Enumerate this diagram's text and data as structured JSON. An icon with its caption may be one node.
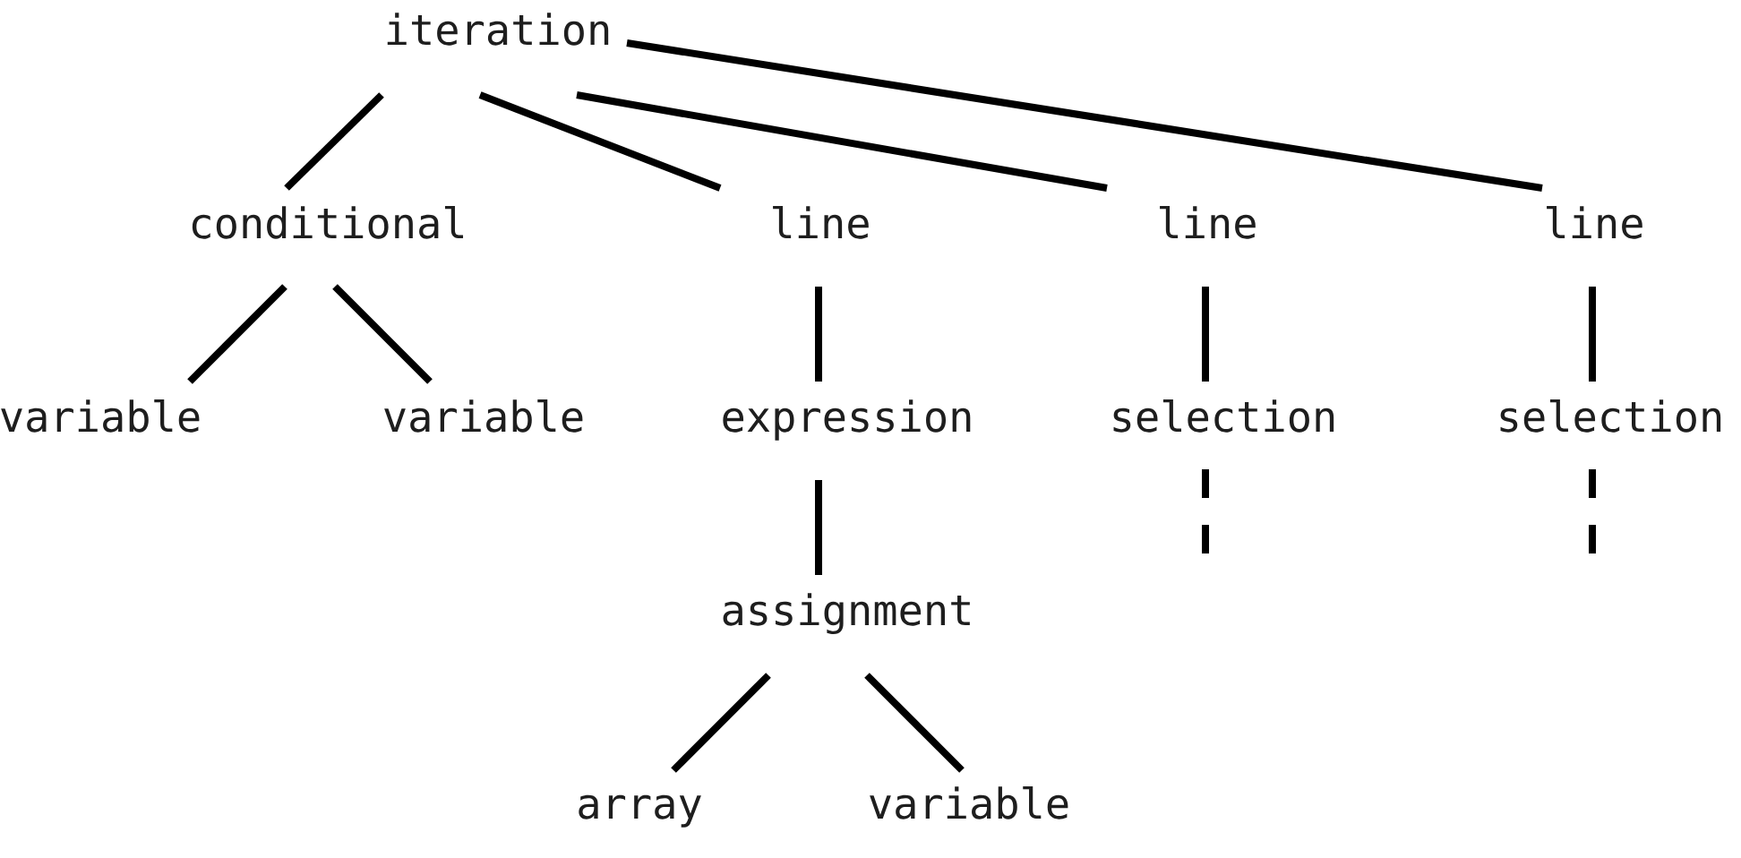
{
  "diagram": {
    "nodes": [
      {
        "text": [
          "iteration"
        ]
      },
      {
        "text": [
          "conditional"
        ]
      },
      {
        "text": [
          "line"
        ]
      },
      {
        "text": [
          "line"
        ]
      },
      {
        "text": [
          "line"
        ]
      },
      {
        "text": [
          "variable"
        ]
      },
      {
        "text": [
          "variable"
        ]
      },
      {
        "text": [
          "expression"
        ]
      },
      {
        "text": [
          "selection"
        ]
      },
      {
        "text": [
          "selection"
        ]
      },
      {
        "text": [
          "assignment"
        ]
      },
      {
        "text": [
          "array"
        ]
      },
      {
        "text": [
          "variable"
        ]
      }
    ],
    "edges": [
      {
        "from": 0,
        "to": 1,
        "arrow": "none"
      },
      {
        "from": 0,
        "to": 2,
        "arrow": "none"
      },
      {
        "from": 0,
        "to": 3,
        "arrow": "none"
      },
      {
        "from": 0,
        "to": 4,
        "arrow": "none"
      },
      {
        "from": 1,
        "to": 5,
        "arrow": "none"
      },
      {
        "from": 1,
        "to": 6,
        "arrow": "none"
      },
      {
        "from": 2,
        "to": 7,
        "arrow": "none"
      },
      {
        "from": 3,
        "to": 8,
        "arrow": "none"
      },
      {
        "from": 4,
        "to": 9,
        "arrow": "none"
      },
      {
        "from": 7,
        "to": 10,
        "arrow": "none"
      },
      {
        "from": 10,
        "to": 11,
        "arrow": "none"
      },
      {
        "from": 10,
        "to": 12,
        "arrow": "none"
      },
      {
        "from": 8,
        "to": null,
        "arrow": "none",
        "style": "dashed"
      },
      {
        "from": 9,
        "to": null,
        "arrow": "none",
        "style": "dashed"
      }
    ]
  }
}
